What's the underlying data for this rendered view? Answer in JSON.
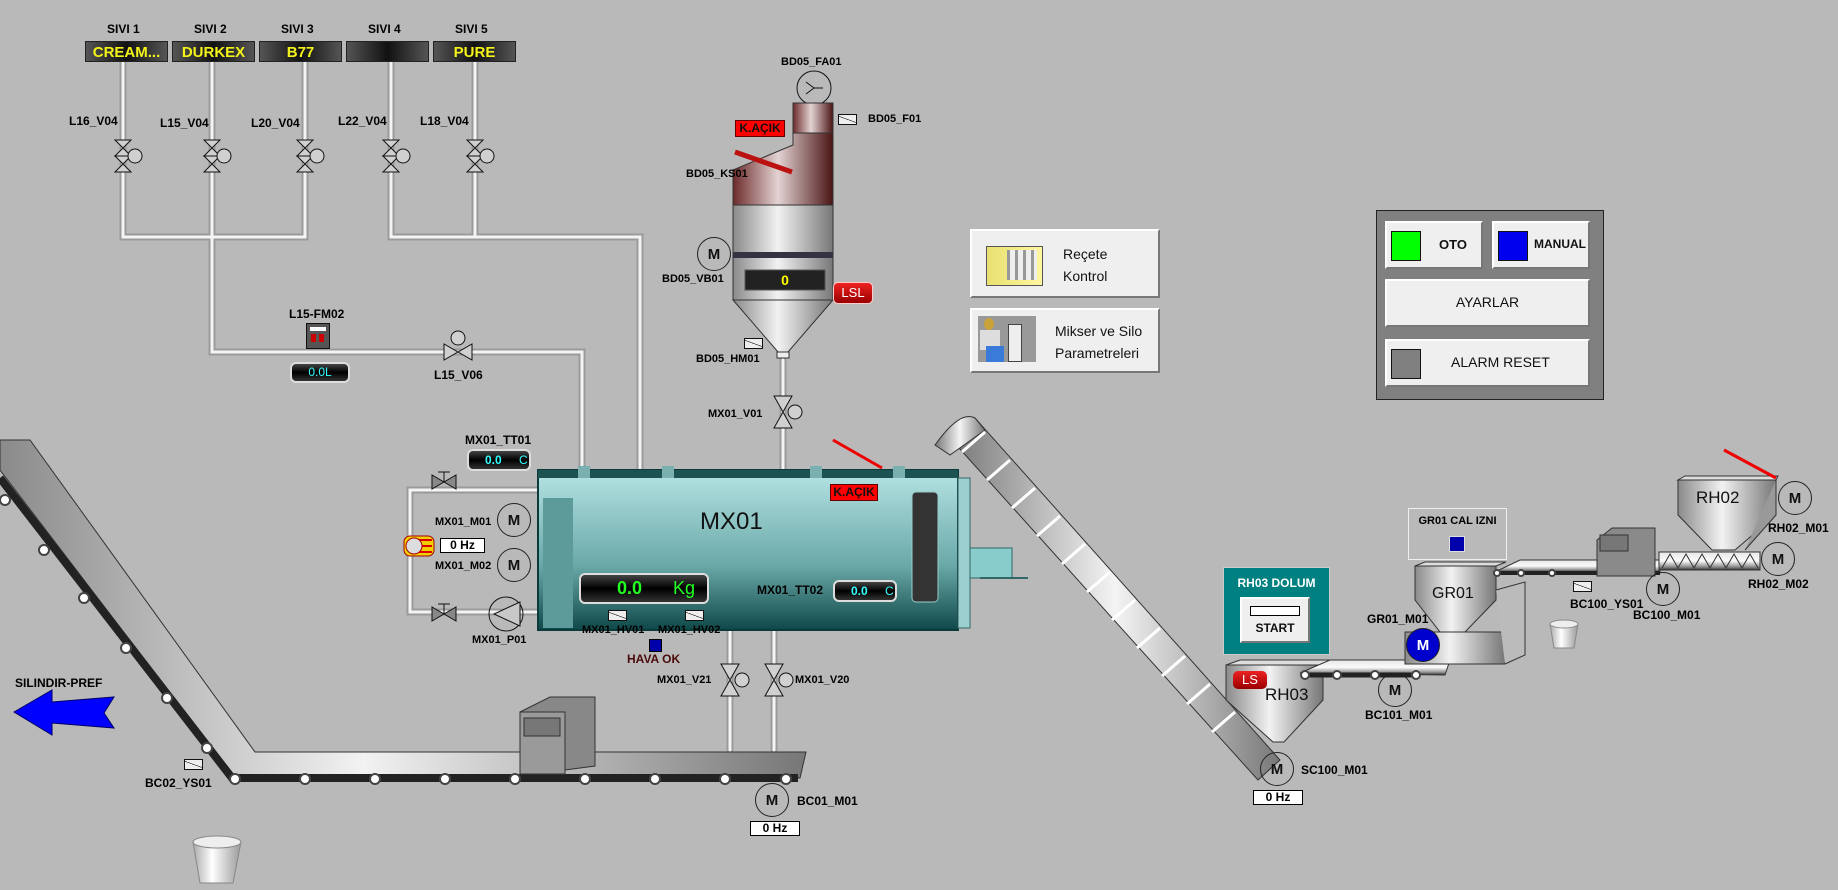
{
  "liquid_tanks": [
    {
      "header": "SIVI 1",
      "content": "CREAM...",
      "valve": "L16_V04"
    },
    {
      "header": "SIVI 2",
      "content": "DURKEX",
      "valve": "L15_V04"
    },
    {
      "header": "SIVI 3",
      "content": "B77",
      "valve": "L20_V04"
    },
    {
      "header": "SIVI 4",
      "content": "",
      "valve": "L22_V04"
    },
    {
      "header": "SIVI 5",
      "content": "PURE",
      "valve": "L18_V04"
    }
  ],
  "flowmeter": {
    "label": "L15-FM02",
    "value": "0.0L"
  },
  "valve_l15_v06": "L15_V06",
  "silo": {
    "fan_label": "BD05_FA01",
    "flow_sensor": "BD05_F01",
    "cover_status": "K.AÇIK",
    "cover_label": "BD05_KS01",
    "vibrator_label": "BD05_VB01",
    "value": "0",
    "level_alarm": "LSL",
    "hm_label": "BD05_HM01",
    "outlet_valve": "MX01_V01"
  },
  "mixer": {
    "name": "MX01",
    "tt01_label": "MX01_TT01",
    "tt01_value": "0.0",
    "tt01_unit": "C",
    "tt02_label": "MX01_TT02",
    "tt02_value": "0.0",
    "tt02_unit": "C",
    "weight_value": "0.0",
    "weight_unit": "Kg",
    "cover_status": "K.AÇIK",
    "m01_label": "MX01_M01",
    "m02_label": "MX01_M02",
    "p01_label": "MX01_P01",
    "heater_freq": "0 Hz",
    "hv01_label": "MX01_HV01",
    "hv02_label": "MX01_HV02",
    "air_status": "HAVA OK",
    "v21_label": "MX01_V21",
    "v20_label": "MX01_V20"
  },
  "motor_symbol": "M",
  "conveyor_bc01": {
    "motor_label": "BC01_M01",
    "freq": "0 Hz"
  },
  "conveyor_bc02": {
    "sensor_label": "BC02_YS01"
  },
  "destination": {
    "label": "SILINDIR-PREF",
    "color": "#0000ff"
  },
  "buttons": {
    "recipe_line1": "Reçete",
    "recipe_line2": "Kontrol",
    "params_line1": "Mikser ve Silo",
    "params_line2": "Parametreleri"
  },
  "control_panel": {
    "auto_label": "OTO",
    "auto_color": "#00ff00",
    "manual_label": "MANUAL",
    "manual_color": "#0000ee",
    "settings_label": "AYARLAR",
    "alarm_reset_label": "ALARM RESET",
    "alarm_color": "#808080"
  },
  "rh03": {
    "panel_title": "RH03 DOLUM",
    "start_label": "START",
    "name": "RH03",
    "level_switch": "LS",
    "screw_motor": "SC100_M01",
    "screw_freq": "0 Hz"
  },
  "gr01": {
    "permit_label": "GR01 CAL IZNI",
    "name": "GR01",
    "motor_label": "GR01_M01",
    "conveyor_motor": "BC101_M01"
  },
  "rh02": {
    "name": "RH02",
    "m01_label": "RH02_M01",
    "m02_label": "RH02_M02"
  },
  "bc100": {
    "sensor_label": "BC100_YS01",
    "motor_label": "BC100_M01"
  }
}
